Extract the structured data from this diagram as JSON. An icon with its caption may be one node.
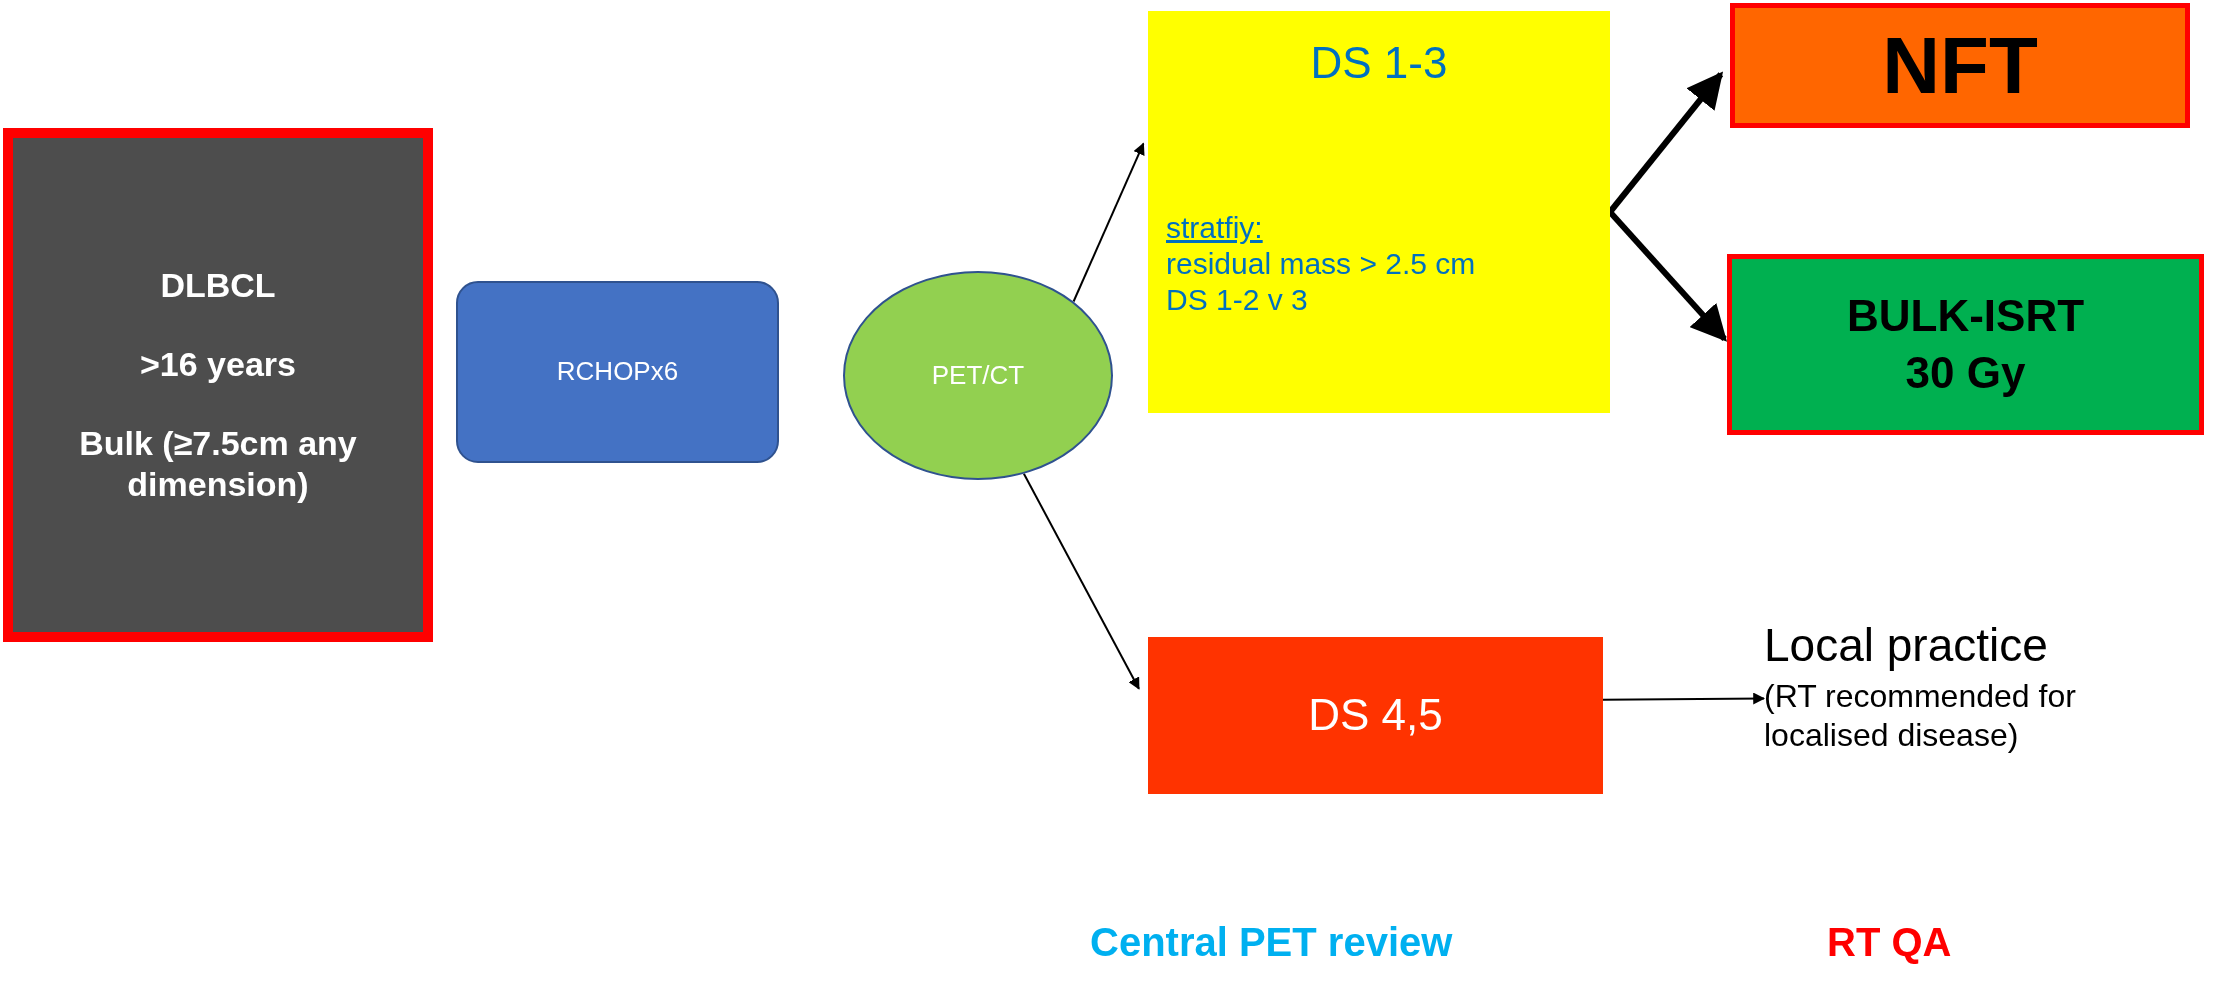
{
  "diagram": {
    "nodes": [
      {
        "text": [
          "DLBCL",
          ">16 years",
          "Bulk (**≥7.5cm** any dimension)"
        ]
      },
      {
        "text": [
          "RCHOPx6"
        ]
      },
      {
        "text": [
          "PET/CT"
        ]
      },
      {
        "text": [
          "DS 1-3",
          "stratfiy:",
          "residual mass > 2.5 cm",
          "DS 1-2 v 3"
        ]
      },
      {
        "text": [
          "NFT"
        ]
      },
      {
        "text": [
          "BULK-ISRT",
          "30 Gy"
        ]
      },
      {
        "text": [
          "DS 4,5"
        ]
      },
      {
        "text": [
          "Local practice",
          "(RT recommended for localised disease)"
        ]
      }
    ],
    "edges": [
      {
        "from": 2,
        "to": 3,
        "arrow": "to"
      },
      {
        "from": 2,
        "to": 6,
        "arrow": "to"
      },
      {
        "from": 3,
        "to": 4,
        "arrow": "to",
        "style": "thick"
      },
      {
        "from": 3,
        "to": 5,
        "arrow": "to",
        "style": "thick"
      },
      {
        "from": 6,
        "to": 7,
        "arrow": "to"
      }
    ],
    "labels": [
      "Central PET review",
      "RT QA"
    ]
  }
}
